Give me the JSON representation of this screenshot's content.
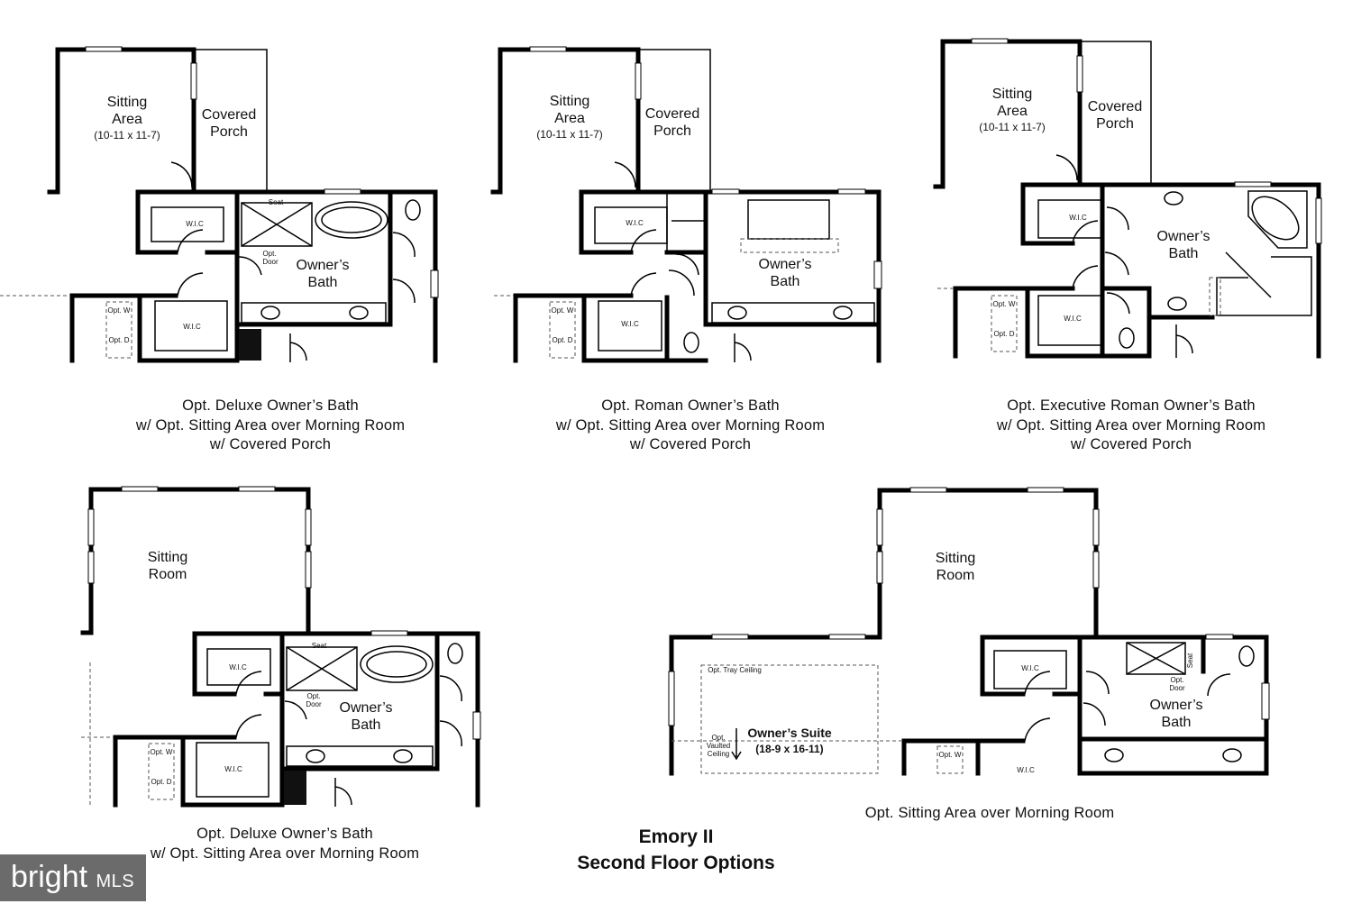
{
  "plans": [
    {
      "caption": [
        "Opt. Deluxe Owner’s Bath",
        "w/ Opt. Sitting Area over Morning Room",
        "w/ Covered Porch"
      ],
      "labels": {
        "sitting": "Sitting",
        "area": "Area",
        "dims": "(10-11 x 11-7)",
        "covered": "Covered",
        "porch": "Porch",
        "wic": "W.I.C",
        "seat": "Seat",
        "opt_door": "Opt.",
        "door": "Door",
        "owners": "Owner’s",
        "bath": "Bath",
        "opt_w": "Opt. W",
        "opt_d": "Opt. D"
      }
    },
    {
      "caption": [
        "Opt. Roman Owner’s Bath",
        "w/ Opt. Sitting Area over Morning Room",
        "w/ Covered Porch"
      ],
      "labels": {
        "sitting": "Sitting",
        "area": "Area",
        "dims": "(10-11 x 11-7)",
        "covered": "Covered",
        "porch": "Porch",
        "wic": "W.I.C",
        "owners": "Owner’s",
        "bath": "Bath",
        "opt_w": "Opt. W",
        "opt_d": "Opt. D"
      }
    },
    {
      "caption": [
        "Opt. Executive Roman Owner’s Bath",
        "w/ Opt. Sitting Area over Morning Room",
        "w/ Covered Porch"
      ],
      "labels": {
        "sitting": "Sitting",
        "area": "Area",
        "dims": "(10-11 x 11-7)",
        "covered": "Covered",
        "porch": "Porch",
        "wic": "W.I.C",
        "owners": "Owner’s",
        "bath": "Bath",
        "opt_w": "Opt. W",
        "opt_d": "Opt. D"
      }
    },
    {
      "caption": [
        "Opt. Deluxe Owner’s Bath",
        "w/ Opt. Sitting Area over Morning Room"
      ],
      "labels": {
        "sitting": "Sitting",
        "room": "Room",
        "wic": "W.I.C",
        "seat": "Seat",
        "opt_door": "Opt.",
        "door": "Door",
        "owners": "Owner’s",
        "bath": "Bath",
        "opt_w": "Opt. W",
        "opt_d": "Opt. D"
      }
    },
    {
      "caption": [
        "Opt. Sitting Area over Morning Room"
      ],
      "labels": {
        "sitting": "Sitting",
        "room": "Room",
        "tray": "Opt. Tray Ceiling",
        "vaulted1": "Opt.",
        "vaulted2": "Vaulted",
        "vaulted3": "Ceiling",
        "suite": "Owner’s Suite",
        "suite_dims": "(18-9 x 16-11)",
        "wic": "W.I.C",
        "seat": "Seat",
        "opt_door": "Opt.",
        "door": "Door",
        "owners": "Owner’s",
        "bath": "Bath",
        "opt_w": "Opt. W"
      }
    }
  ],
  "title": {
    "line1": "Emory II",
    "line2": "Second Floor Options"
  },
  "logo": {
    "text": "bright",
    "suffix": "MLS"
  }
}
